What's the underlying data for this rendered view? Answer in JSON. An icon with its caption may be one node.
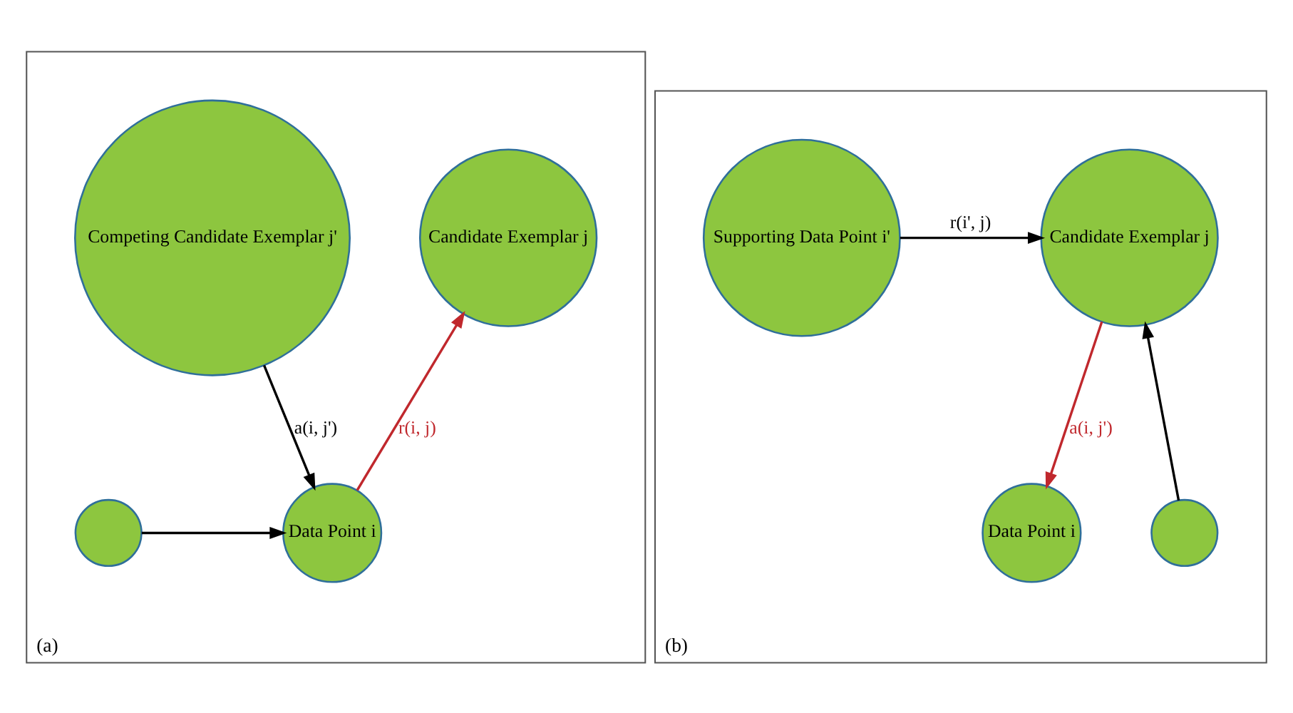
{
  "diagram": {
    "nodes": [
      {
        "text": [
          "(a)"
        ]
      },
      {
        "text": [
          "Candidate Exemplar j"
        ],
        "in": 0
      },
      {
        "text": [
          "Competing Candidate Exemplar j'"
        ],
        "in": 0
      },
      {
        "text": [],
        "shape": "circle",
        "in": 0
      },
      {
        "text": [
          "Data Point i"
        ],
        "in": 0
      },
      {
        "text": [
          "(b)"
        ]
      },
      {
        "text": [
          "Candidate Exemplar j"
        ],
        "in": 5
      },
      {
        "text": [
          "Supporting Data Point i'"
        ],
        "in": 5
      },
      {
        "text": [],
        "shape": "circle",
        "in": 5
      },
      {
        "text": [
          "Data Point i"
        ],
        "in": 5
      }
    ],
    "edges": [
      {
        "from": 4,
        "to": 1,
        "arrow": "to",
        "label": "r(i, j)",
        "color": "#c0282d"
      },
      {
        "from": 2,
        "to": 4,
        "arrow": "to",
        "label": "a(i, j')"
      },
      {
        "from": 3,
        "to": 4,
        "arrow": "to"
      },
      {
        "from": 7,
        "to": 6,
        "arrow": "to",
        "label": "r(i', j)"
      },
      {
        "from": 8,
        "to": 6,
        "arrow": "to"
      },
      {
        "from": 6,
        "to": 9,
        "arrow": "to",
        "label": "a(i, j')",
        "color": "#c0282d"
      }
    ]
  }
}
